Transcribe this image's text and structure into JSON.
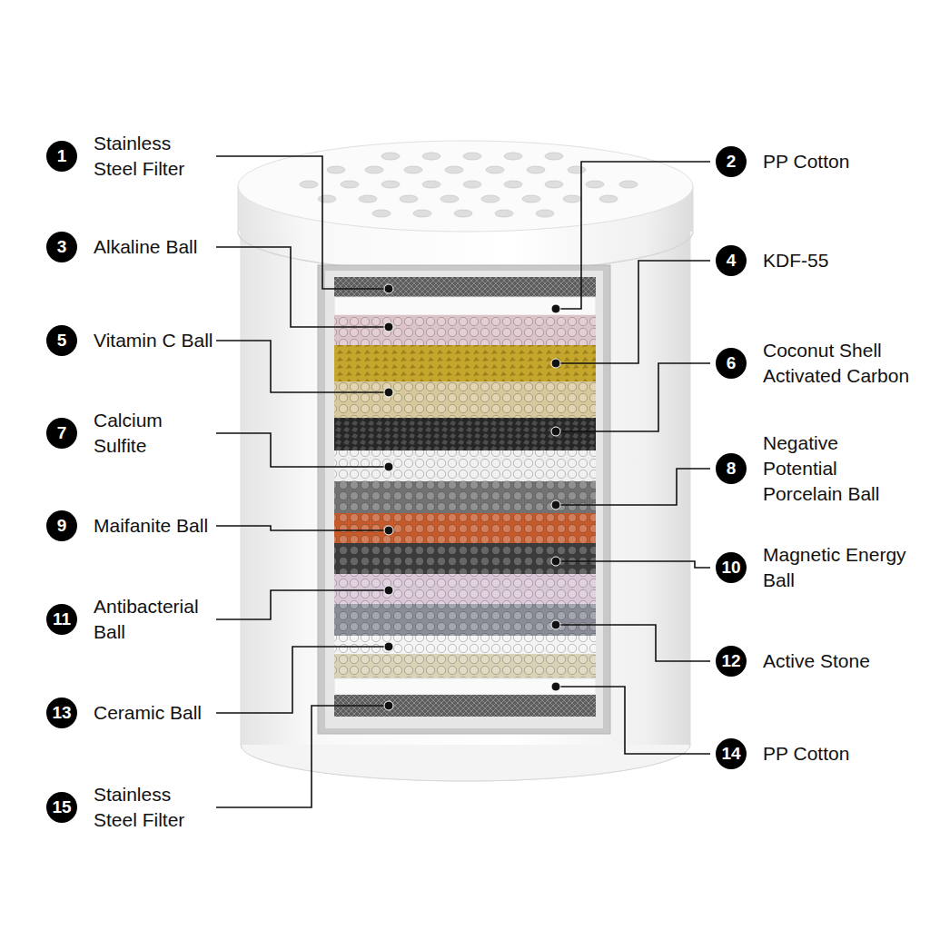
{
  "diagram": {
    "nodes": [
      {
        "text": [
          "1",
          "Stainless Steel Filter"
        ]
      },
      {
        "text": [
          "2",
          "PP Cotton"
        ]
      },
      {
        "text": [
          "3",
          "Alkaline Ball"
        ]
      },
      {
        "text": [
          "4",
          "KDF-55"
        ]
      },
      {
        "text": [
          "5",
          "Vitamin C Ball"
        ]
      },
      {
        "text": [
          "6",
          "Coconut Shell Activated Carbon"
        ]
      },
      {
        "text": [
          "7",
          "Calcium Sulfite"
        ]
      },
      {
        "text": [
          "8",
          "Negative Potential Porcelain Ball"
        ]
      },
      {
        "text": [
          "9",
          "Maifanite Ball"
        ]
      },
      {
        "text": [
          "10",
          "Magnetic Energy Ball"
        ]
      },
      {
        "text": [
          "11",
          "Antibacterial Ball"
        ]
      },
      {
        "text": [
          "12",
          "Active Stone"
        ]
      },
      {
        "text": [
          "13",
          "Ceramic Ball"
        ]
      },
      {
        "text": [
          "14",
          "PP Cotton"
        ]
      },
      {
        "text": [
          "15",
          "Stainless Steel Filter"
        ]
      }
    ]
  }
}
